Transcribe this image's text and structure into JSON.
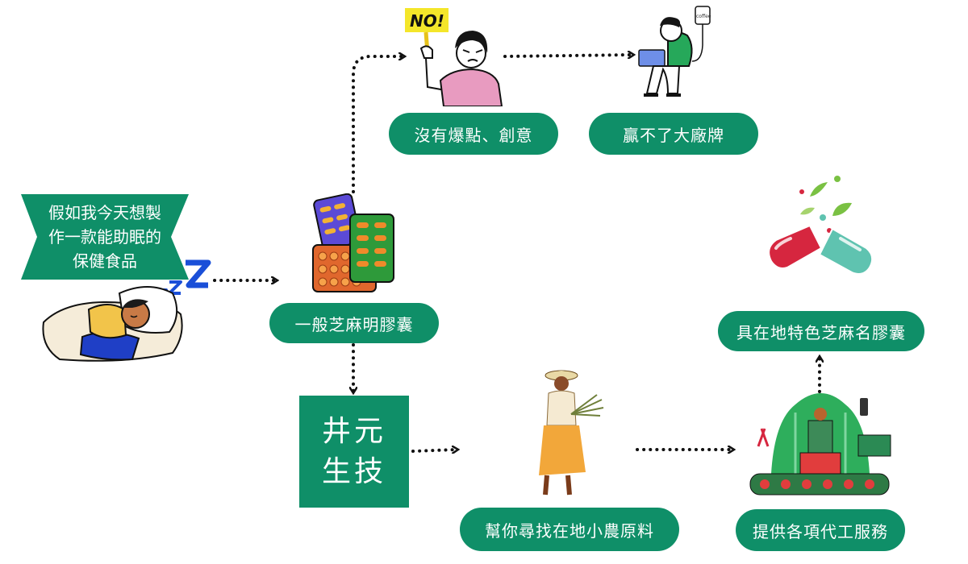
{
  "banner": {
    "lines": [
      "假如我今天想製",
      "作一款能助眠的",
      "保健食品"
    ]
  },
  "nodes": {
    "ordinary": "一般芝麻明膠囊",
    "no_creativity": "沒有爆點、創意",
    "cannot_win": "贏不了大廠牌",
    "company_line1": "井元",
    "company_line2": "生技",
    "find_farmers": "幫你尋找在地小農原料",
    "oem_service": "提供各項代工服務",
    "local_capsule": "具在地特色芝麻名膠囊"
  },
  "illustrations": {
    "sleeping": "sleeping-person-icon",
    "pills": "pill-blister-icon",
    "no_sign_text": "NO!",
    "no_person": "protest-person-icon",
    "sick_person": "sick-person-iv-icon",
    "iv_bag_label": "coffee",
    "farmer": "farmer-woman-icon",
    "factory": "factory-robot-icon",
    "capsule": "herbal-capsule-icon"
  },
  "colors": {
    "accent": "#0f8f68",
    "capsule_red": "#d6263f",
    "capsule_teal": "#5fc3b0"
  }
}
